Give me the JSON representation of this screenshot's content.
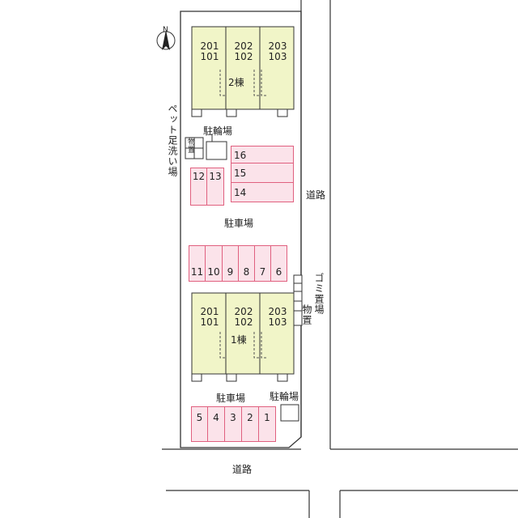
{
  "north": "N",
  "roads": {
    "east": "道路",
    "south": "道路"
  },
  "buildings": {
    "b2": {
      "name": "2棟",
      "units": [
        [
          "201",
          "101"
        ],
        [
          "202",
          "102"
        ],
        [
          "203",
          "103"
        ]
      ]
    },
    "b1": {
      "name": "1棟",
      "units": [
        [
          "201",
          "101"
        ],
        [
          "202",
          "102"
        ],
        [
          "203",
          "103"
        ]
      ]
    }
  },
  "labels": {
    "bike_parking_top": "駐輪場",
    "pet_foot_wash": "ペット足洗い場",
    "storage_top": "物置",
    "parking_center": "駐車場",
    "garbage_storage": "ゴミ置場",
    "storage_right": "物置",
    "parking_bottom": "駐車場",
    "bike_parking_bottom": "駐輪場"
  },
  "parking": {
    "row_right": [
      "16",
      "15",
      "14"
    ],
    "pair_left": [
      "12",
      "13"
    ],
    "row_middle": [
      "11",
      "10",
      "9",
      "8",
      "7",
      "6"
    ],
    "row_bottom": [
      "5",
      "4",
      "3",
      "2",
      "1"
    ]
  },
  "colors": {
    "building_fill": "#f1f5c8",
    "parking_fill": "#fbe3ea",
    "parking_stroke": "#e0607f",
    "line": "#333333"
  }
}
